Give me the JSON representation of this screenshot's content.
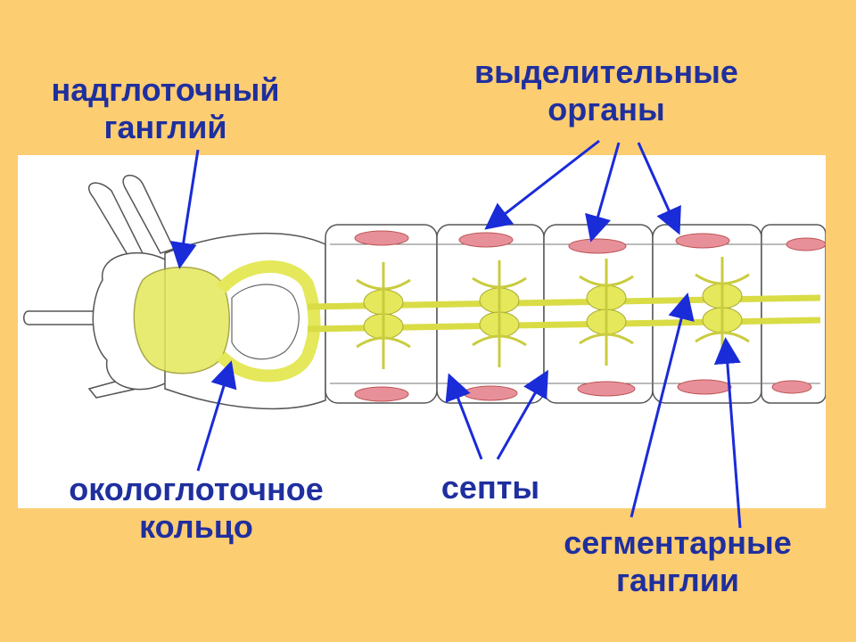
{
  "colors": {
    "background": "#fdcd72",
    "label_text": "#1f2f9e",
    "arrow": "#1a2bd8",
    "nerve": "#e4e85a",
    "nephridia": "#e8909a",
    "outline": "#555555"
  },
  "labels": {
    "supraesophageal": {
      "line1": "надглоточный",
      "line2": "ганглий"
    },
    "excretory": {
      "line1": "выделительные",
      "line2": "органы"
    },
    "pharyngeal_ring": {
      "line1": "окологлоточное",
      "line2": "кольцо"
    },
    "septa": {
      "line1": "септы"
    },
    "segmental": {
      "line1": "сегментарные",
      "line2": "ганглии"
    }
  }
}
